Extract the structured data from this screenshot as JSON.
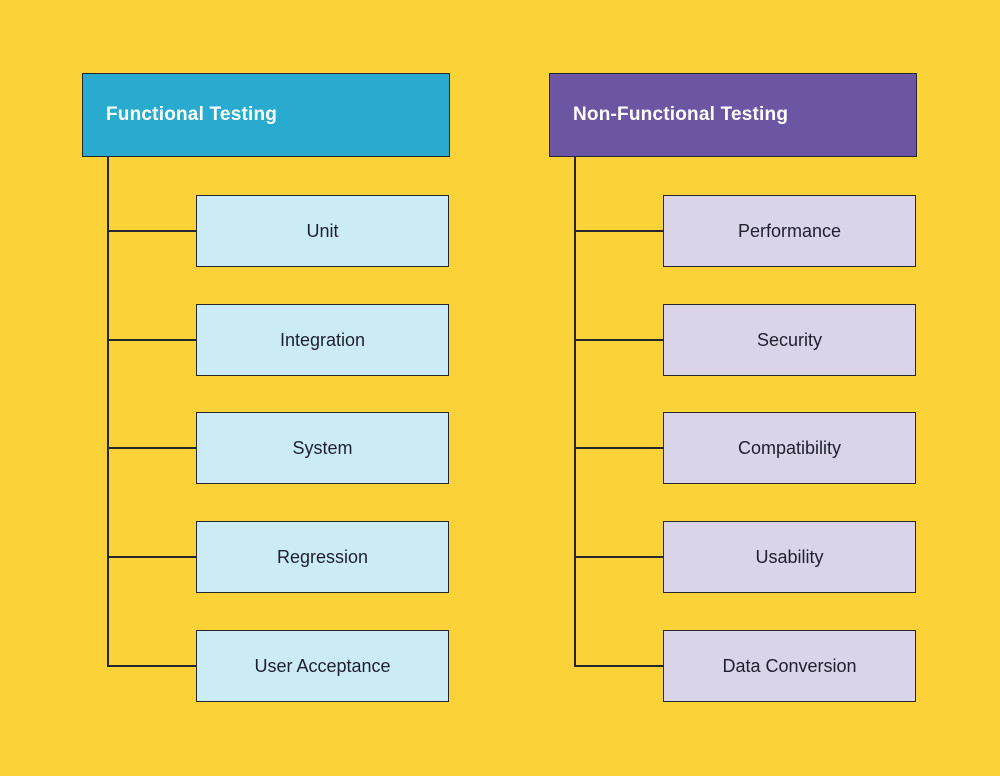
{
  "diagram": {
    "type": "tree-diagram",
    "colors": {
      "background": "#FBD339",
      "connector_line": "#26262E",
      "item_text": "#1F1F2E",
      "header_text": "#FFFFFF"
    },
    "columns": [
      {
        "header": "Functional Testing",
        "header_color": "#29ABCF",
        "item_color": "#CBECF5",
        "items": [
          {
            "label": "Unit"
          },
          {
            "label": "Integration"
          },
          {
            "label": "System"
          },
          {
            "label": "Regression"
          },
          {
            "label": "User Acceptance"
          }
        ]
      },
      {
        "header": "Non-Functional Testing",
        "header_color": "#6C55A3",
        "item_color": "#D9D4E7",
        "items": [
          {
            "label": "Performance"
          },
          {
            "label": "Security"
          },
          {
            "label": "Compatibility"
          },
          {
            "label": "Usability"
          },
          {
            "label": "Data Conversion"
          }
        ]
      }
    ]
  }
}
